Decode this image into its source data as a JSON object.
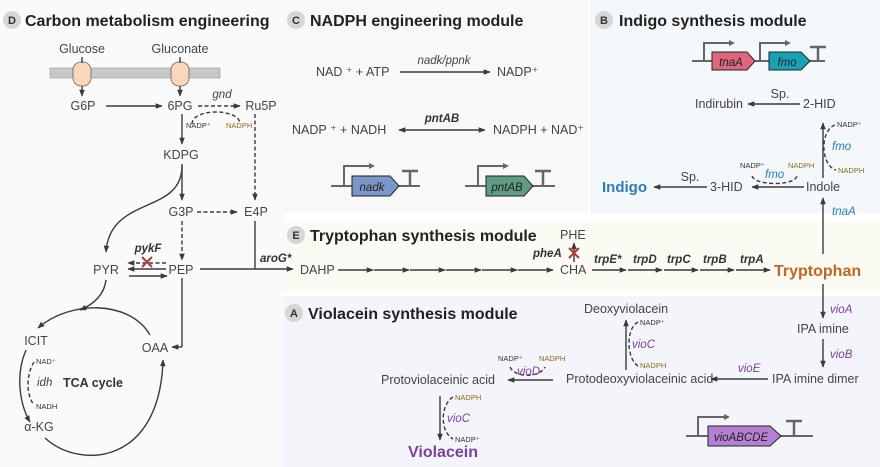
{
  "panels": {
    "D": {
      "badge": "D",
      "title": "Carbon metabolism engineering",
      "background": "#f9faf9"
    },
    "C": {
      "badge": "C",
      "title": "NADPH engineering module",
      "background": "#f8f8f8"
    },
    "B": {
      "badge": "B",
      "title": "Indigo synthesis module",
      "background": "#f4f8fb"
    },
    "E": {
      "badge": "E",
      "title": "Tryptophan synthesis module",
      "background": "#fbfaf3"
    },
    "A": {
      "badge": "A",
      "title": "Violacein synthesis module",
      "background": "#f3f5fa"
    }
  },
  "carbon": {
    "glucose": "Glucose",
    "gluconate": "Gluconate",
    "g6p": "G6P",
    "sixpg": "6PG",
    "ru5p": "Ru5P",
    "gnd": "gnd",
    "nadp_plus": "NADP⁺",
    "nadph": "NADPH",
    "kdpg": "KDPG",
    "g3p": "G3P",
    "e4p": "E4P",
    "pyr": "PYR",
    "pep": "PEP",
    "pykF": "pykF",
    "aroG": "aroG*",
    "icit": "ICIT",
    "oaa": "OAA",
    "akg": "α-KG",
    "idh": "idh",
    "nad_plus": "NAD⁺",
    "nadh": "NADH",
    "tca": "TCA cycle"
  },
  "nadph_module": {
    "r1_left": "NAD ⁺ +  ATP",
    "r1_enzyme": "nadk/ppnk",
    "r1_right": "NADP⁺",
    "r2_left": "NADP ⁺ +  NADH",
    "r2_enzyme": "pntAB",
    "r2_right": "NADPH + NAD⁺",
    "genes": [
      {
        "name": "nadk",
        "color": "#7b97c9"
      },
      {
        "name": "pntAB",
        "color": "#5e9c84"
      }
    ]
  },
  "indigo": {
    "genes": [
      {
        "name": "tnaA",
        "color": "#e06680"
      },
      {
        "name": "fmo",
        "color": "#17a3b5"
      }
    ],
    "indirubin": "Indirubin",
    "sp1": "Sp.",
    "twohid": "2-HID",
    "nadp_plus": "NADP⁺",
    "fmo": "fmo",
    "nadph": "NADPH",
    "indigo": "Indigo",
    "sp2": "Sp.",
    "threehid": "3-HID",
    "indole": "Indole",
    "tnaA": "tnaA"
  },
  "tryptophan": {
    "dahp": "DAHP",
    "phe": "PHE",
    "pheA": "pheA",
    "cha": "CHA",
    "steps": [
      "trpE*",
      "trpD",
      "trpC",
      "trpB",
      "trpA"
    ],
    "product": "Tryptophan"
  },
  "violacein": {
    "vioA": "vioA",
    "ipa_imine": "IPA imine",
    "vioB": "vioB",
    "ipa_dimer": "IPA imine dimer",
    "vioE": "vioE",
    "protodeoxy": "Protodeoxyviolaceinic acid",
    "deoxy": "Deoxyviolacein",
    "vioC": "vioC",
    "nadp_plus": "NADP⁺",
    "nadph": "NADPH",
    "vioD": "vioD",
    "protoviol": "Protoviolaceinic acid",
    "product": "Violacein",
    "gene": {
      "name": "vioABCDE",
      "color": "#b57fd6"
    }
  }
}
